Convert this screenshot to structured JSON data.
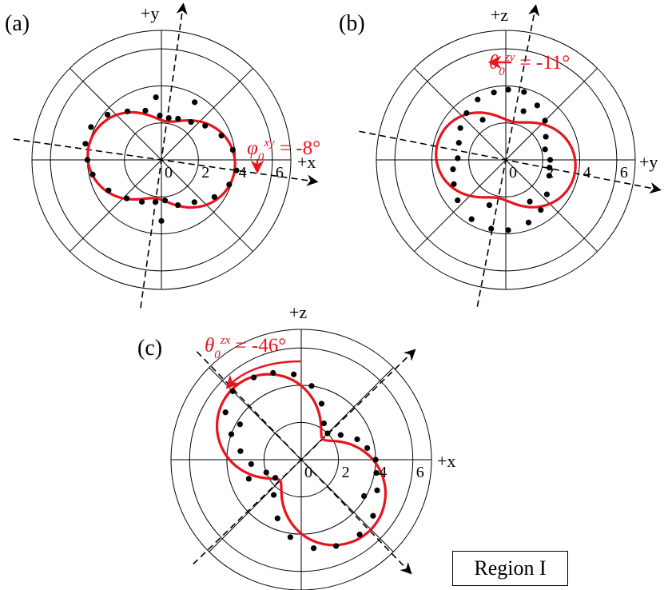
{
  "region_label": "Region I",
  "colors": {
    "fit": "#e8141e",
    "points": "#000000",
    "grid": "#000000"
  },
  "chart_data": [
    {
      "type": "polar-scatter",
      "panel": "(a)",
      "axis_horizontal": "+x",
      "axis_vertical": "+y",
      "tick_labels": [
        "0",
        "2",
        "4",
        "6"
      ],
      "r_ticks": [
        2,
        4,
        6
      ],
      "r_max": 7,
      "annotation": {
        "symbol": "φ",
        "sub": "0",
        "sup": "xy",
        "value": " = -8°"
      },
      "angle_offset_deg": -8,
      "fit": {
        "r_major": 4.0,
        "r_minor": 2.1
      },
      "points": [
        {
          "theta": 8,
          "r": 3.9
        },
        {
          "theta": 22,
          "r": 3.5
        },
        {
          "theta": 38,
          "r": 3.0
        },
        {
          "theta": 52,
          "r": 2.6
        },
        {
          "theta": 68,
          "r": 2.4
        },
        {
          "theta": 80,
          "r": 2.3
        },
        {
          "theta": 92,
          "r": 2.4
        },
        {
          "theta": 108,
          "r": 2.8
        },
        {
          "theta": 125,
          "r": 3.2
        },
        {
          "theta": 140,
          "r": 3.8
        },
        {
          "theta": 155,
          "r": 4.2
        },
        {
          "theta": 168,
          "r": 4.2
        },
        {
          "theta": 180,
          "r": 4.0
        },
        {
          "theta": 192,
          "r": 3.8
        },
        {
          "theta": 210,
          "r": 3.3
        },
        {
          "theta": 228,
          "r": 2.8
        },
        {
          "theta": 245,
          "r": 2.5
        },
        {
          "theta": 262,
          "r": 2.3
        },
        {
          "theta": 275,
          "r": 2.2
        },
        {
          "theta": 290,
          "r": 2.6
        },
        {
          "theta": 308,
          "r": 2.9
        },
        {
          "theta": 325,
          "r": 3.5
        },
        {
          "theta": 340,
          "r": 3.9
        },
        {
          "theta": 352,
          "r": 4.1
        },
        {
          "theta": 60,
          "r": 3.6
        },
        {
          "theta": 95,
          "r": 3.4
        },
        {
          "theta": 270,
          "r": 3.3
        }
      ]
    },
    {
      "type": "polar-scatter",
      "panel": "(b)",
      "axis_horizontal": "+y",
      "axis_vertical": "+z",
      "tick_labels": [
        "0",
        "2",
        "4",
        "6"
      ],
      "r_ticks": [
        2,
        4,
        6
      ],
      "r_max": 7,
      "annotation": {
        "symbol": "θ",
        "sub": "0",
        "sup": "zy",
        "value": " = -11°"
      },
      "angle_offset_deg": -11,
      "fit": {
        "r_major": 3.8,
        "r_minor": 2.1
      },
      "points": [
        {
          "theta": 0,
          "r": 2.4
        },
        {
          "theta": 15,
          "r": 2.2
        },
        {
          "theta": 30,
          "r": 2.5
        },
        {
          "theta": 45,
          "r": 3.0
        },
        {
          "theta": 60,
          "r": 3.4
        },
        {
          "theta": 75,
          "r": 3.8
        },
        {
          "theta": 88,
          "r": 3.8
        },
        {
          "theta": 100,
          "r": 3.7
        },
        {
          "theta": 115,
          "r": 3.6
        },
        {
          "theta": 130,
          "r": 3.3
        },
        {
          "theta": 145,
          "r": 3.0
        },
        {
          "theta": 160,
          "r": 2.7
        },
        {
          "theta": 178,
          "r": 2.6
        },
        {
          "theta": 190,
          "r": 2.9
        },
        {
          "theta": 205,
          "r": 3.1
        },
        {
          "theta": 220,
          "r": 3.4
        },
        {
          "theta": 240,
          "r": 3.7
        },
        {
          "theta": 258,
          "r": 3.8
        },
        {
          "theta": 272,
          "r": 3.8
        },
        {
          "theta": 290,
          "r": 3.6
        },
        {
          "theta": 305,
          "r": 3.3
        },
        {
          "theta": 320,
          "r": 2.9
        },
        {
          "theta": 340,
          "r": 2.5
        },
        {
          "theta": 350,
          "r": 2.4
        },
        {
          "theta": 70,
          "r": 2.8
        },
        {
          "theta": 120,
          "r": 2.5
        },
        {
          "theta": 250,
          "r": 2.6
        },
        {
          "theta": 300,
          "r": 2.6
        }
      ]
    },
    {
      "type": "polar-scatter",
      "panel": "(c)",
      "axis_horizontal": "+x",
      "axis_vertical": "+z",
      "tick_labels": [
        "0",
        "2",
        "4",
        "6"
      ],
      "r_ticks": [
        2,
        4,
        6
      ],
      "r_max": 7,
      "annotation": {
        "symbol": "θ",
        "sub": "0",
        "sup": "zx",
        "value": " = -46°"
      },
      "angle_offset_deg": -46,
      "fit": {
        "r_major": 5.3,
        "r_minor": 1.6
      },
      "points": [
        {
          "theta": 0,
          "r": 4.0
        },
        {
          "theta": 10,
          "r": 3.6
        },
        {
          "theta": 20,
          "r": 3.2
        },
        {
          "theta": 32,
          "r": 2.5
        },
        {
          "theta": 45,
          "r": 2.0
        },
        {
          "theta": 58,
          "r": 2.3
        },
        {
          "theta": 70,
          "r": 3.2
        },
        {
          "theta": 82,
          "r": 4.0
        },
        {
          "theta": 95,
          "r": 4.6
        },
        {
          "theta": 108,
          "r": 4.9
        },
        {
          "theta": 120,
          "r": 5.1
        },
        {
          "theta": 135,
          "r": 5.2
        },
        {
          "theta": 148,
          "r": 4.8
        },
        {
          "theta": 160,
          "r": 4.0
        },
        {
          "theta": 172,
          "r": 3.3
        },
        {
          "theta": 185,
          "r": 2.7
        },
        {
          "theta": 200,
          "r": 2.0
        },
        {
          "theta": 215,
          "r": 1.7
        },
        {
          "theta": 232,
          "r": 2.4
        },
        {
          "theta": 248,
          "r": 3.4
        },
        {
          "theta": 262,
          "r": 4.2
        },
        {
          "theta": 278,
          "r": 4.8
        },
        {
          "theta": 292,
          "r": 5.0
        },
        {
          "theta": 308,
          "r": 5.1
        },
        {
          "theta": 322,
          "r": 4.9
        },
        {
          "theta": 338,
          "r": 4.4
        },
        {
          "theta": 350,
          "r": 4.1
        },
        {
          "theta": 150,
          "r": 3.8
        },
        {
          "theta": 330,
          "r": 3.9
        },
        {
          "theta": 200,
          "r": 3.0
        }
      ]
    }
  ]
}
